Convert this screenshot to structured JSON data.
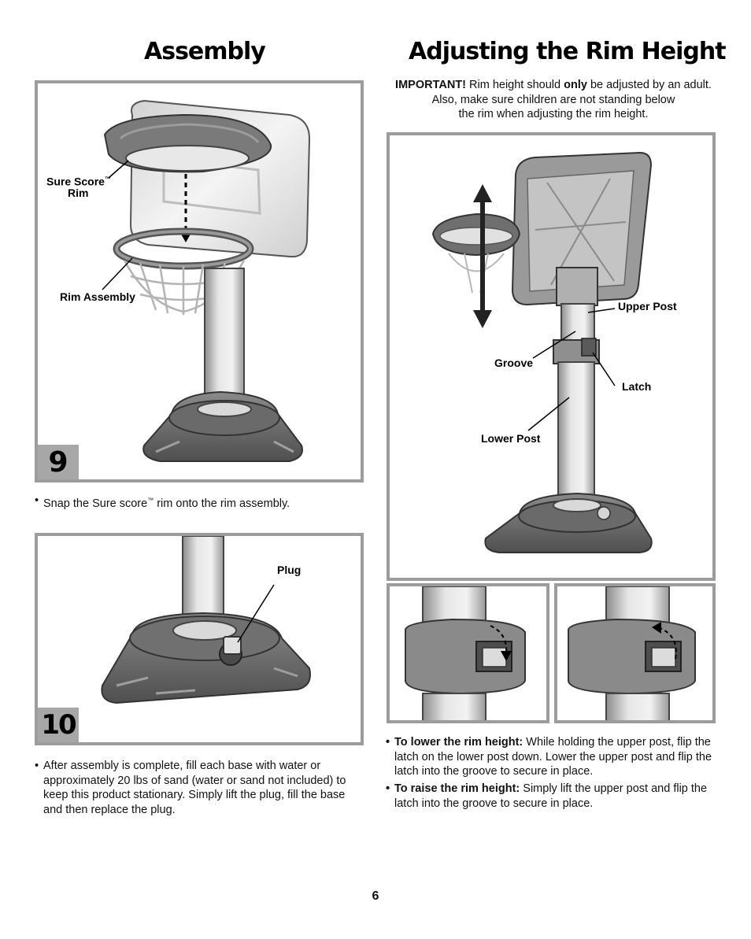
{
  "headings": {
    "assembly": "Assembly",
    "rim_height": "Adjusting the Rim Height"
  },
  "important": {
    "label": "IMPORTANT!",
    "text_1": " Rim height should ",
    "emphasis": "only",
    "text_2": " be adjusted by an adult.",
    "line_2": "Also, make sure children are not standing below",
    "line_3": "the rim when adjusting the rim height."
  },
  "step9": {
    "number": "9",
    "labels": {
      "sure_score": "Sure Score",
      "trademark": "™",
      "rim": "Rim",
      "rim_assembly": "Rim Assembly"
    },
    "bullet": "•",
    "text_before": "Snap the Sure score",
    "text_trademark": "™",
    "text_after": " rim onto the rim assembly."
  },
  "step10": {
    "number": "10",
    "labels": {
      "plug": "Plug"
    },
    "bullet": "•",
    "text": "After assembly is complete, fill each base with water or approximately 20 lbs of sand (water or sand not included) to keep this product stationary. Simply lift the plug, fill the base and then replace the plug."
  },
  "rim_figure": {
    "labels": {
      "upper_post": "Upper Post",
      "groove": "Groove",
      "latch": "Latch",
      "lower_post": "Lower Post"
    }
  },
  "instructions": {
    "lower": {
      "bullet": "•",
      "title": "To lower the rim height:",
      "text": " While holding the upper post, flip the latch on the lower post down. Lower the upper post and flip the latch into the groove to secure in place."
    },
    "raise": {
      "bullet": "•",
      "title": "To raise the rim height:",
      "text": " Simply lift the upper post and flip the latch into the groove to secure in place."
    }
  },
  "page_number": "6"
}
